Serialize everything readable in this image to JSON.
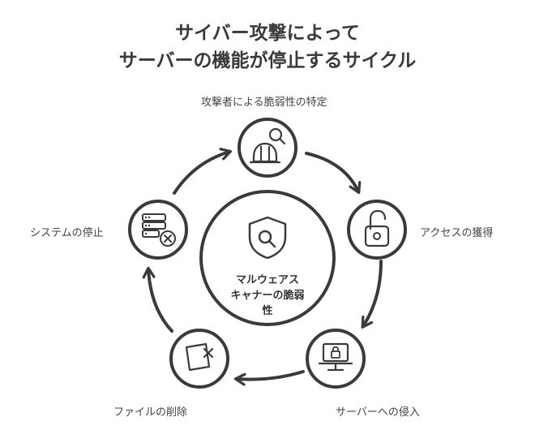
{
  "title": {
    "line1": "サイバー攻撃によって",
    "line2": "サーバーの機能が停止するサイクル"
  },
  "center": {
    "line1": "マルウェアス",
    "line2": "キャナーの脆弱",
    "line3": "性"
  },
  "steps": [
    {
      "label": "攻撃者による脆弱性の特定",
      "icon": "hardhat-search-icon"
    },
    {
      "label": "アクセスの獲得",
      "icon": "padlock-open-icon"
    },
    {
      "label": "サーバーへの侵入",
      "icon": "laptop-lock-icon"
    },
    {
      "label": "ファイルの削除",
      "icon": "file-delete-icon"
    },
    {
      "label": "システムの停止",
      "icon": "server-stop-icon"
    }
  ],
  "colors": {
    "stroke": "#3a3a3a",
    "background": "#ffffff"
  }
}
